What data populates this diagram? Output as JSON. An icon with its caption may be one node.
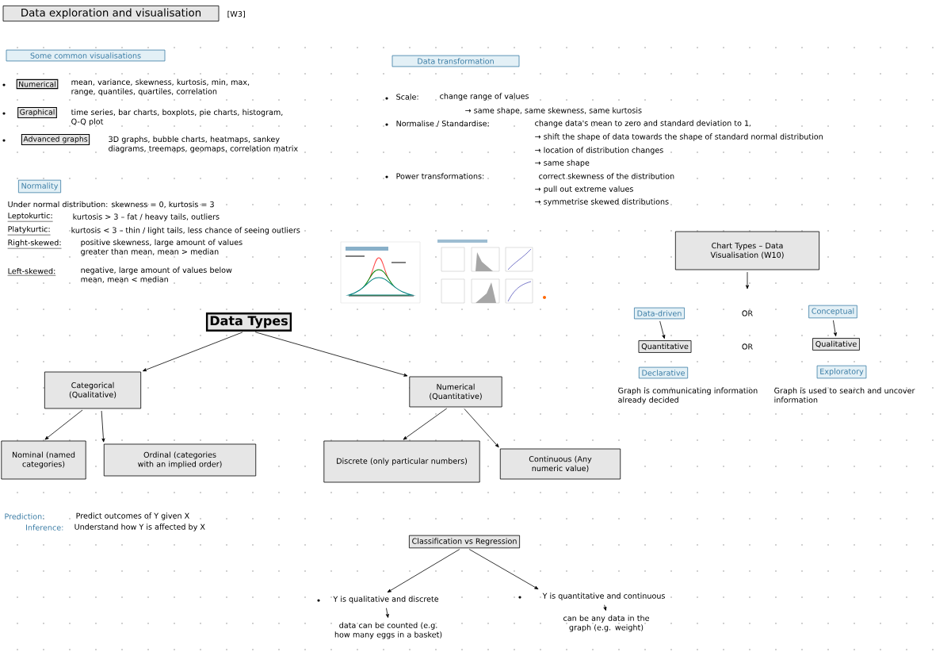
{
  "diagram": {
    "nodes": [
      {
        "text": [
          "Data exploration and visualisation"
        ],
        "beside": [
          "[W3]"
        ]
      },
      {
        "text": [
          "Some common visualisations"
        ]
      },
      {
        "text": [
          "Numerical"
        ],
        "beside": [
          "mean, variance, skewness, kurtosis, min, max, range, quantiles, quartiles, correlation"
        ]
      },
      {
        "text": [
          "Graphical"
        ]
      },
      {
        "text": [
          "Advanced graphs"
        ],
        "beside": [
          "3D graphs, bubble charts, heatmaps, sankey diagrams, treemaps, geomaps, correlation matrix"
        ]
      },
      {
        "text": [
          "Normality"
        ]
      },
      {
        "text": [
          "Data transformation"
        ]
      },
      {
        "text": [
          "Chart Types – Data Visualisation (W10)"
        ]
      },
      {
        "text": [
          "Data-driven"
        ]
      },
      {
        "text": [
          "Conceptual"
        ]
      },
      {
        "text": [
          "Quantitative"
        ]
      },
      {
        "text": [
          "Qualitative"
        ]
      },
      {
        "text": [
          "Declarative"
        ],
        "beside": [
          "Graph is communicating information already decided"
        ]
      },
      {
        "text": [
          "Exploratory"
        ],
        "beside": [
          "Graph is used to search and uncover information"
        ]
      },
      {
        "text": [
          "Data Types"
        ]
      },
      {
        "text": [
          "Categorical (Qualitative)"
        ]
      },
      {
        "text": [
          "Numerical (Quantitative)"
        ]
      },
      {
        "text": [
          "Nominal (named categories)"
        ]
      },
      {
        "text": [
          "Ordinal (categories with an implied order)"
        ]
      },
      {
        "text": [
          "Discrete (only particular numbers)"
        ]
      },
      {
        "text": [
          "Continuous (Any numeric value)"
        ]
      },
      {
        "text": [
          "Classification vs Regression"
        ]
      },
      {
        "text": [
          "Y is qualitative and discrete"
        ]
      },
      {
        "text": [
          "data can be counted (e.g. how many eggs in a basket)"
        ]
      },
      {
        "text": [
          "Y is quantitative and continuous"
        ]
      },
      {
        "text": [
          "can be any data in the graph (e.g. weight)"
        ]
      }
    ],
    "edges": [
      {
        "from": 7,
        "to": null,
        "arrow": "to"
      },
      {
        "from": 8,
        "to": 10,
        "arrow": "to"
      },
      {
        "from": 9,
        "to": 11,
        "arrow": "to"
      },
      {
        "from": 14,
        "to": 15,
        "arrow": "to"
      },
      {
        "from": 14,
        "to": 16,
        "arrow": "to"
      },
      {
        "from": 15,
        "to": 17,
        "arrow": "to"
      },
      {
        "from": 15,
        "to": 18,
        "arrow": "to"
      },
      {
        "from": 16,
        "to": 19,
        "arrow": "to"
      },
      {
        "from": 16,
        "to": 20,
        "arrow": "to"
      },
      {
        "from": 21,
        "to": 22,
        "arrow": "to"
      },
      {
        "from": 21,
        "to": 24,
        "arrow": "to"
      },
      {
        "from": 22,
        "to": 23,
        "arrow": "to"
      },
      {
        "from": 24,
        "to": 25,
        "arrow": "to"
      }
    ],
    "labels": [
      "Under normal distribution: skewness = 0, kurtosis = 3",
      "Leptokurtic:",
      "kurtosis > 3 – fat / heavy tails, outliers",
      "Platykurtic:",
      "kurtosis < 3 – thin / light tails, less chance of seeing outliers",
      "Right-skewed:",
      "positive skewness, large amount of values greater than mean, mean > median",
      "Left-skewed:",
      "negative, large amount of values below mean, mean < median",
      "Scale:",
      "change range of values",
      "→ same shape, same skewness, same kurtosis",
      "Normalise / Standardise:",
      "change data's mean to zero and standard deviation to 1.",
      "→ shift the shape of data towards the shape of standard normal distribution",
      "→ location of distribution changes",
      "→ same shape",
      "Power transformations:",
      "correct skewness of the distribution",
      "→ pull out extreme values",
      "→ symmetrise skewed distributions",
      "OR",
      "OR",
      "Prediction:",
      "Predict outcomes of Y given X",
      "Inference:",
      "Understand how Y is affected by X",
      "time series, bar charts, boxplots, pie charts, histogram, Q-Q plot"
    ]
  }
}
